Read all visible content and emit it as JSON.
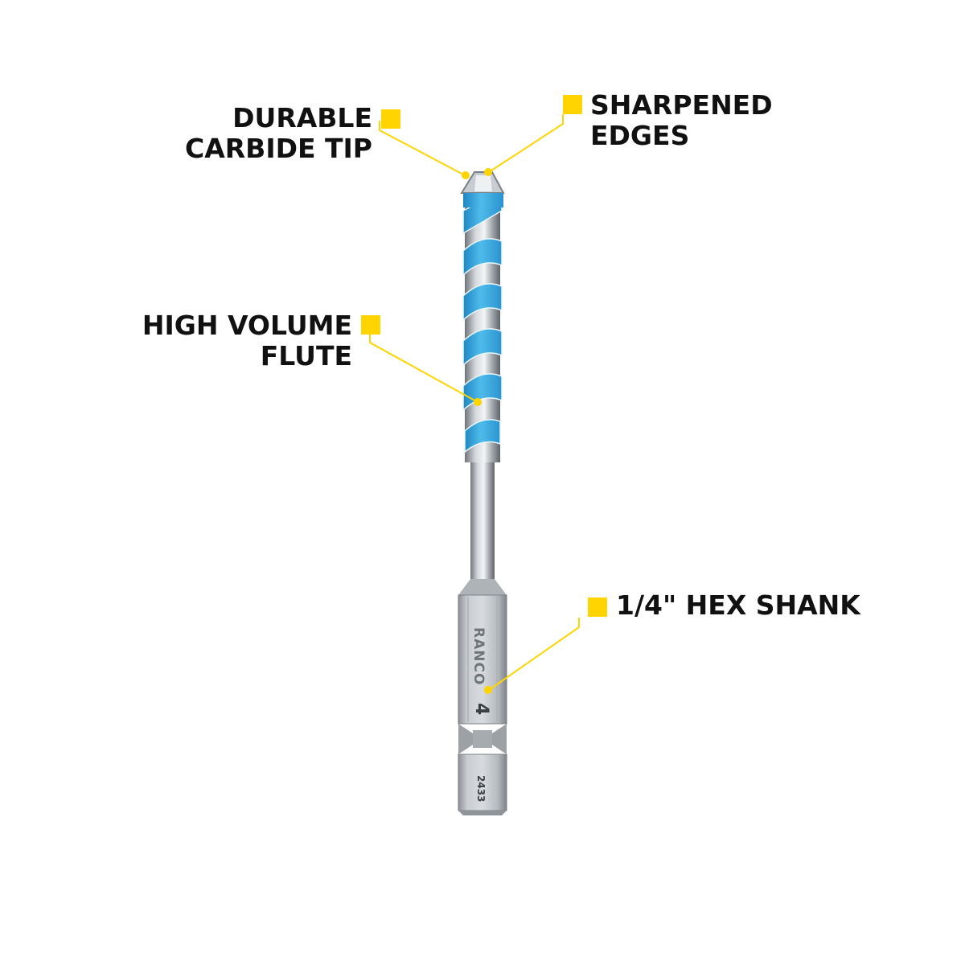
{
  "colors": {
    "accent": "#FFD400",
    "flute_blue": "#3BA9DD",
    "steel": "#B8BCC0",
    "text": "#111111",
    "background": "#FFFFFF"
  },
  "callouts": {
    "tip": {
      "line1": "DURABLE",
      "line2": "CARBIDE TIP"
    },
    "edges": {
      "line1": "SHARPENED",
      "line2": "EDGES"
    },
    "flute": {
      "line1": "HIGH VOLUME",
      "line2": "FLUTE"
    },
    "shank": {
      "text": "1/4\" HEX SHANK"
    }
  },
  "bit": {
    "brand_logo_text": "RANCO",
    "size_mark": "4",
    "part_number": "2433"
  }
}
